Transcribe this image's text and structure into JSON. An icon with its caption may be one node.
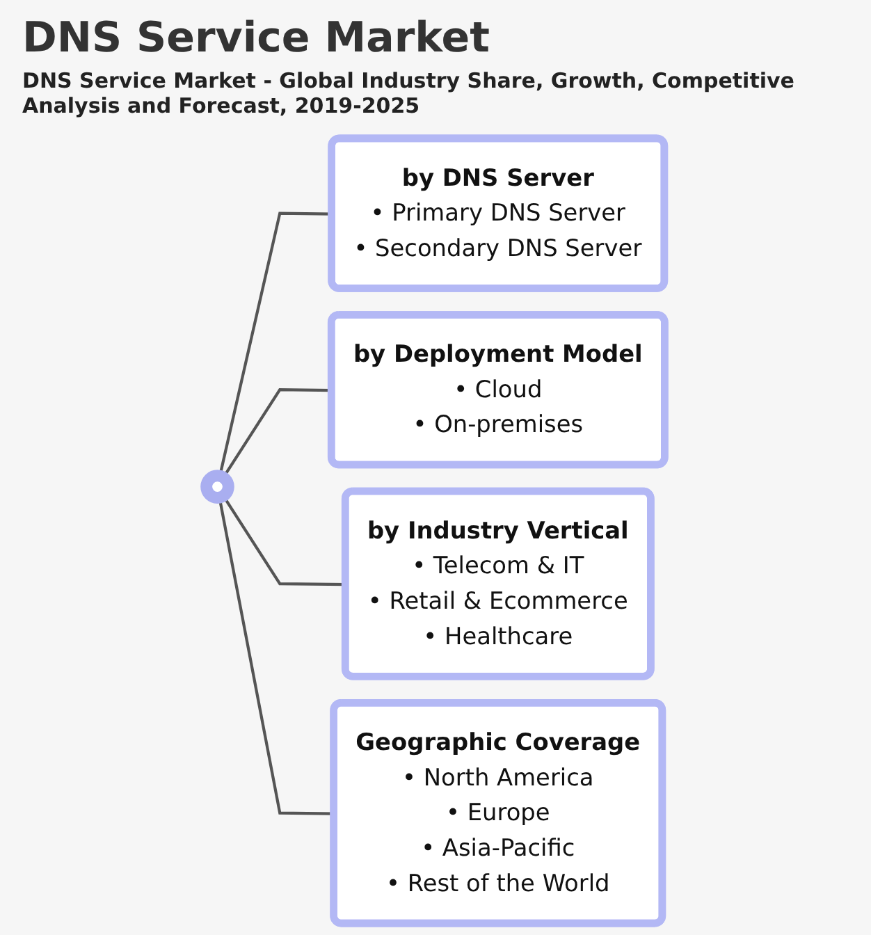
{
  "diagram": {
    "title": "DNS Service Market",
    "nodes": [
      {
        "text": [],
        "shape": "circle"
      },
      {
        "text": [
          "by DNS Server",
          "• Primary DNS Server",
          "• Secondary DNS Server"
        ]
      },
      {
        "text": [
          "by Deployment Model",
          "• Cloud",
          "• On-premises"
        ]
      },
      {
        "text": [
          "by Industry Vertical",
          "• Telecom & IT",
          "• Retail & Ecommerce",
          "• Healthcare"
        ]
      },
      {
        "text": [
          "Geographic Coverage",
          "• North America",
          "• Europe",
          "• Asia-Pacific",
          "• Rest of the World"
        ]
      }
    ],
    "edges": [
      {
        "from": 0,
        "to": 1,
        "arrow": "none"
      },
      {
        "from": 0,
        "to": 2,
        "arrow": "none"
      },
      {
        "from": 0,
        "to": 3,
        "arrow": "none"
      },
      {
        "from": 0,
        "to": 4,
        "arrow": "none"
      }
    ],
    "labels": [
      "DNS Service Market - Global Industry Share, Growth, Competitive Analysis and Forecast, 2019-2025"
    ]
  }
}
